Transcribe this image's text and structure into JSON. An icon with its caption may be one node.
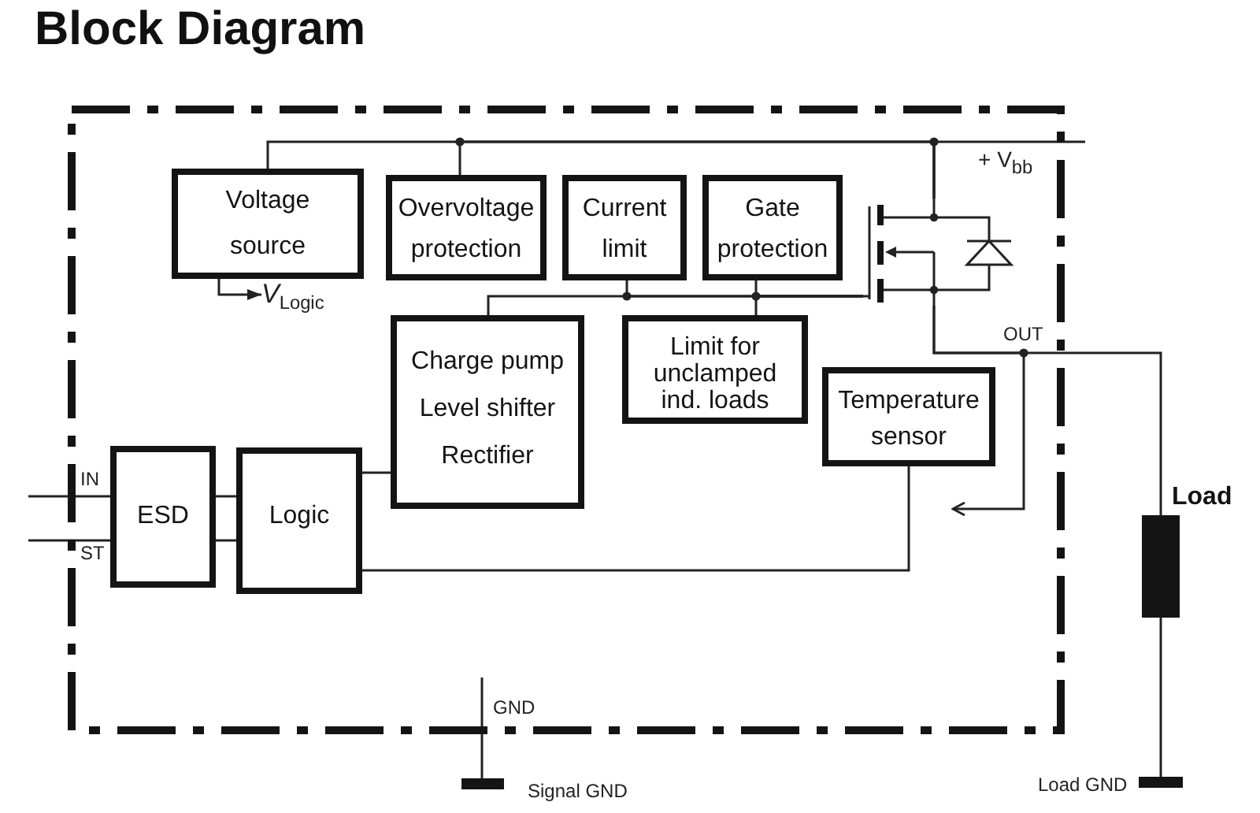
{
  "diagram": {
    "title": "Block Diagram",
    "nodes": [
      {
        "text": [],
        "shape": "box"
      },
      {
        "text": [
          "Voltage source"
        ],
        "in": 0
      },
      {
        "text": [
          "Overvoltage protection"
        ],
        "in": 0
      },
      {
        "text": [
          "Current limit"
        ],
        "in": 0
      },
      {
        "text": [
          "Gate protection"
        ],
        "in": 0
      },
      {
        "text": [],
        "shape": "transistor",
        "in": 0
      },
      {
        "text": [
          "Charge pump",
          "Level shifter",
          "Rectifier"
        ],
        "in": 0
      },
      {
        "text": [
          "Limit for unclamped ind. loads"
        ],
        "in": 0
      },
      {
        "text": [
          "Temperature sensor"
        ],
        "in": 0
      },
      {
        "text": [
          "ESD"
        ],
        "in": 0
      },
      {
        "text": [
          "Logic"
        ],
        "in": 0
      },
      {
        "text": [
          "Load"
        ]
      },
      {
        "text": [],
        "shape": "bar",
        "beside": [
          "Signal GND"
        ]
      },
      {
        "text": [],
        "shape": "bar",
        "beside": [
          "Load GND"
        ]
      },
      {
        "text": [
          "*V*$_{Logic}$"
        ],
        "in": 0
      }
    ],
    "edges": [
      {
        "from": null,
        "to": 5,
        "arrow": "none",
        "label": "+ V$_{bb}$"
      },
      {
        "from": 1,
        "to": 5,
        "arrow": "none"
      },
      {
        "from": 2,
        "to": 5,
        "arrow": "none"
      },
      {
        "from": 1,
        "to": 14,
        "arrow": "to"
      },
      {
        "from": 6,
        "to": 5,
        "arrow": "none"
      },
      {
        "from": 3,
        "to": 5,
        "arrow": "none"
      },
      {
        "from": 4,
        "to": 5,
        "arrow": "none"
      },
      {
        "from": 7,
        "to": 5,
        "arrow": "none"
      },
      {
        "from": 5,
        "to": 11,
        "arrow": "none",
        "label": "OUT"
      },
      {
        "from": 5,
        "to": null,
        "arrow": "to"
      },
      {
        "from": 11,
        "to": 13,
        "arrow": "none"
      },
      {
        "from": null,
        "to": 12,
        "arrow": "none",
        "label": "GND"
      },
      {
        "from": 8,
        "to": 10,
        "arrow": "none"
      },
      {
        "from": 10,
        "to": 6,
        "arrow": "none"
      },
      {
        "from": 9,
        "to": 10,
        "arrow": "none"
      },
      {
        "from": 9,
        "to": 10,
        "arrow": "none"
      },
      {
        "from": null,
        "to": 9,
        "arrow": "none",
        "label": "IN"
      },
      {
        "from": null,
        "to": 9,
        "arrow": "none",
        "label": "ST"
      }
    ]
  }
}
